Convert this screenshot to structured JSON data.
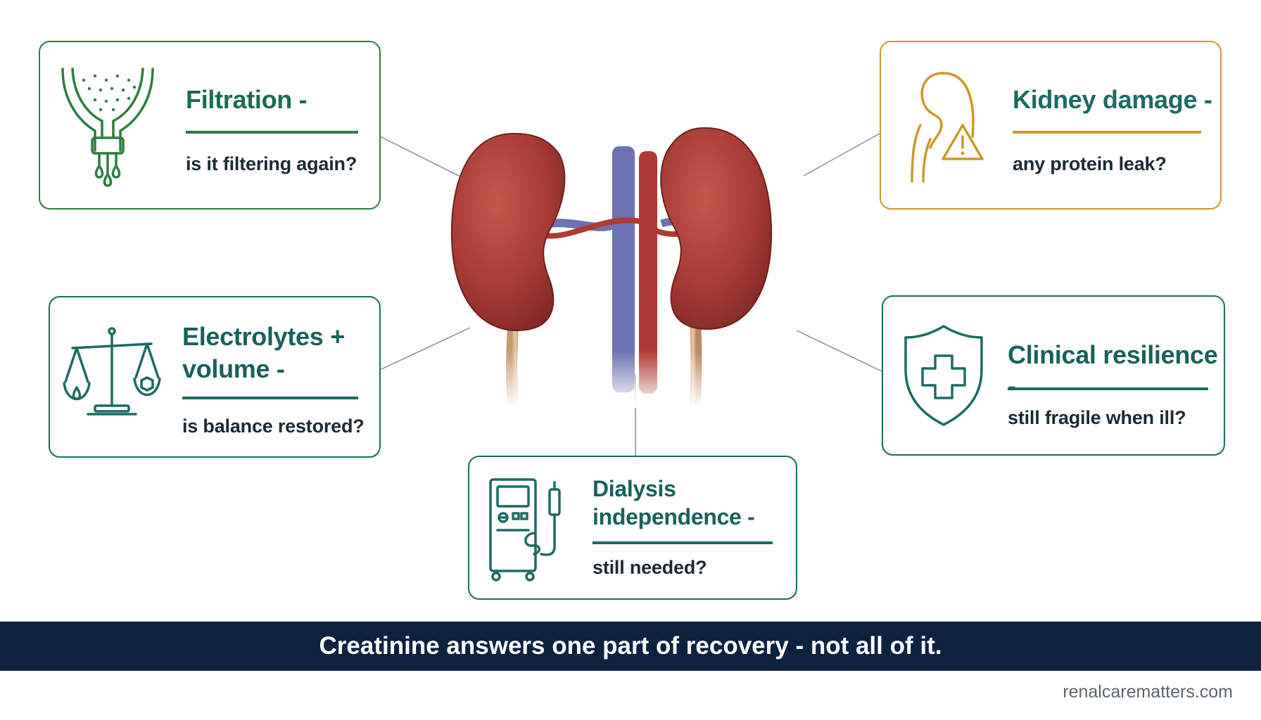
{
  "cards": {
    "filtration": {
      "title": "Filtration -",
      "question": "is it filtering again?",
      "icon": "funnel-filter-icon"
    },
    "kidney_damage": {
      "title": "Kidney damage -",
      "question": "any protein leak?",
      "icon": "kidney-warning-icon"
    },
    "electrolytes": {
      "title_line1": "Electrolytes +",
      "title_line2": "volume -",
      "question": "is balance restored?",
      "icon": "balance-scale-icon"
    },
    "resilience": {
      "title": "Clinical resilience -",
      "question": "still fragile when ill?",
      "icon": "shield-plus-icon"
    },
    "dialysis": {
      "title_line1": "Dialysis",
      "title_line2": "independence -",
      "question": "still needed?",
      "icon": "dialysis-machine-icon"
    }
  },
  "center_image": "kidneys-illustration",
  "banner": {
    "text": "Creatinine answers one part of recovery - not all of it."
  },
  "footer": {
    "text": "renalcarematters.com"
  },
  "colors": {
    "green": "#2e7d42",
    "gold": "#c89a2a",
    "teal": "#1d6b63",
    "navy_banner": "#0e2240",
    "kidney": "#a63c34"
  }
}
